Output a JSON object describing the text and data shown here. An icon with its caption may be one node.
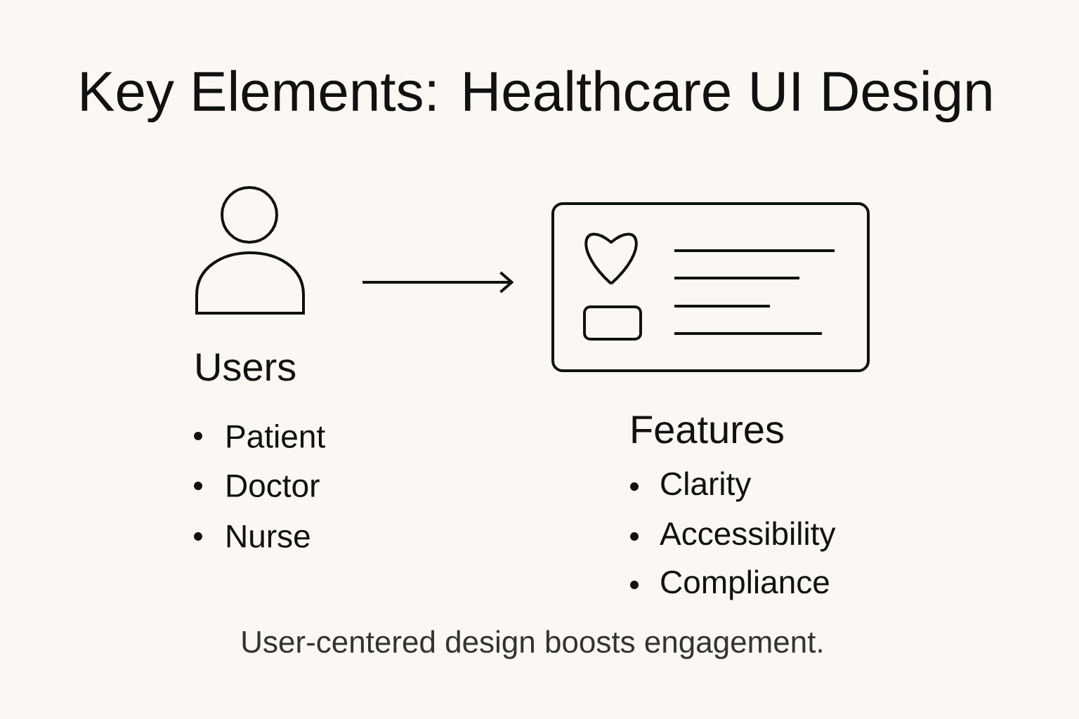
{
  "diagram": {
    "title": "Key Elements: Healthcare UI Design",
    "caption": "User-centered design boosts engagement.",
    "nodes": [
      {
        "text": [],
        "shape": "person"
      },
      {
        "text": [],
        "shape": "picture"
      }
    ],
    "edges": [
      {
        "from": 0,
        "to": 1,
        "arrow": "to"
      }
    ],
    "labels": [
      "Users",
      "Patient",
      "Doctor",
      "Nurse",
      "Features",
      "Clarity",
      "Accessibility",
      "Compliance"
    ]
  }
}
